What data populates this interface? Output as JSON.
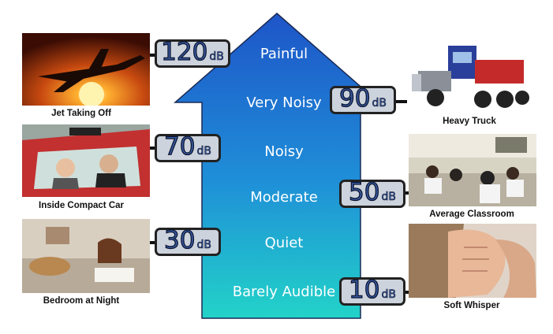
{
  "levels": [
    "Painful",
    "Very Noisy",
    "Noisy",
    "Moderate",
    "Quiet",
    "Barely Audible"
  ],
  "sources": [
    {
      "caption": "Jet Taking Off",
      "value": "120",
      "unit": "dB"
    },
    {
      "caption": "Heavy Truck",
      "value": "90",
      "unit": "dB"
    },
    {
      "caption": "Inside Compact Car",
      "value": "70",
      "unit": "dB"
    },
    {
      "caption": "Average Classroom",
      "value": "50",
      "unit": "dB"
    },
    {
      "caption": "Bedroom at Night",
      "value": "30",
      "unit": "dB"
    },
    {
      "caption": "Soft Whisper",
      "value": "10",
      "unit": "dB"
    }
  ],
  "colors": {
    "arrow_top": "#1e55c8",
    "arrow_bottom": "#22d3c8",
    "badge_fill": "#cdd3dc",
    "badge_text": "#3a5aa0"
  }
}
